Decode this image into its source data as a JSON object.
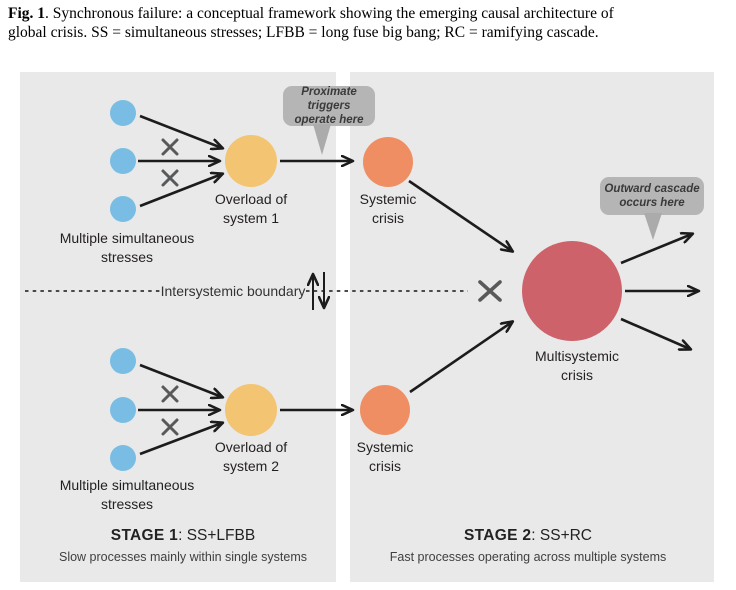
{
  "caption": {
    "fig_label": "Fig. 1",
    "line1_rest": ". Synchronous failure: a conceptual framework showing the emerging causal architecture of",
    "line2": "global crisis. SS = simultaneous stresses; LFBB = long fuse big bang; RC = ramifying cascade."
  },
  "diagram": {
    "callouts": {
      "proximate": "Proximate triggers\noperate here",
      "outward": "Outward cascade\noccurs here"
    },
    "labels": {
      "stresses1": "Multiple simultaneous\nstresses",
      "overload1": "Overload of\nsystem 1",
      "systemic1": "Systemic\ncrisis",
      "stresses2": "Multiple simultaneous\nstresses",
      "overload2": "Overload of\nsystem 2",
      "systemic2": "Systemic\ncrisis",
      "multisystemic": "Multisystemic\ncrisis",
      "boundary": "Intersystemic boundary"
    },
    "stages": {
      "stage1": {
        "title_bold": "STAGE 1",
        "title_rest": ": SS+LFBB",
        "subtitle": "Slow processes mainly within single systems"
      },
      "stage2": {
        "title_bold": "STAGE 2",
        "title_rest": ": SS+RC",
        "subtitle": "Fast processes operating across multiple systems"
      }
    },
    "colors": {
      "stress_node": "#79bde4",
      "overload_node": "#f3c472",
      "systemic_node": "#ef8e63",
      "multisystemic_node": "#cd626a",
      "panel_bg": "#e9e9e9",
      "callout_bg": "#b5b5b5",
      "arrow": "#1c1c1c",
      "blocked_x": "#58595b"
    }
  }
}
